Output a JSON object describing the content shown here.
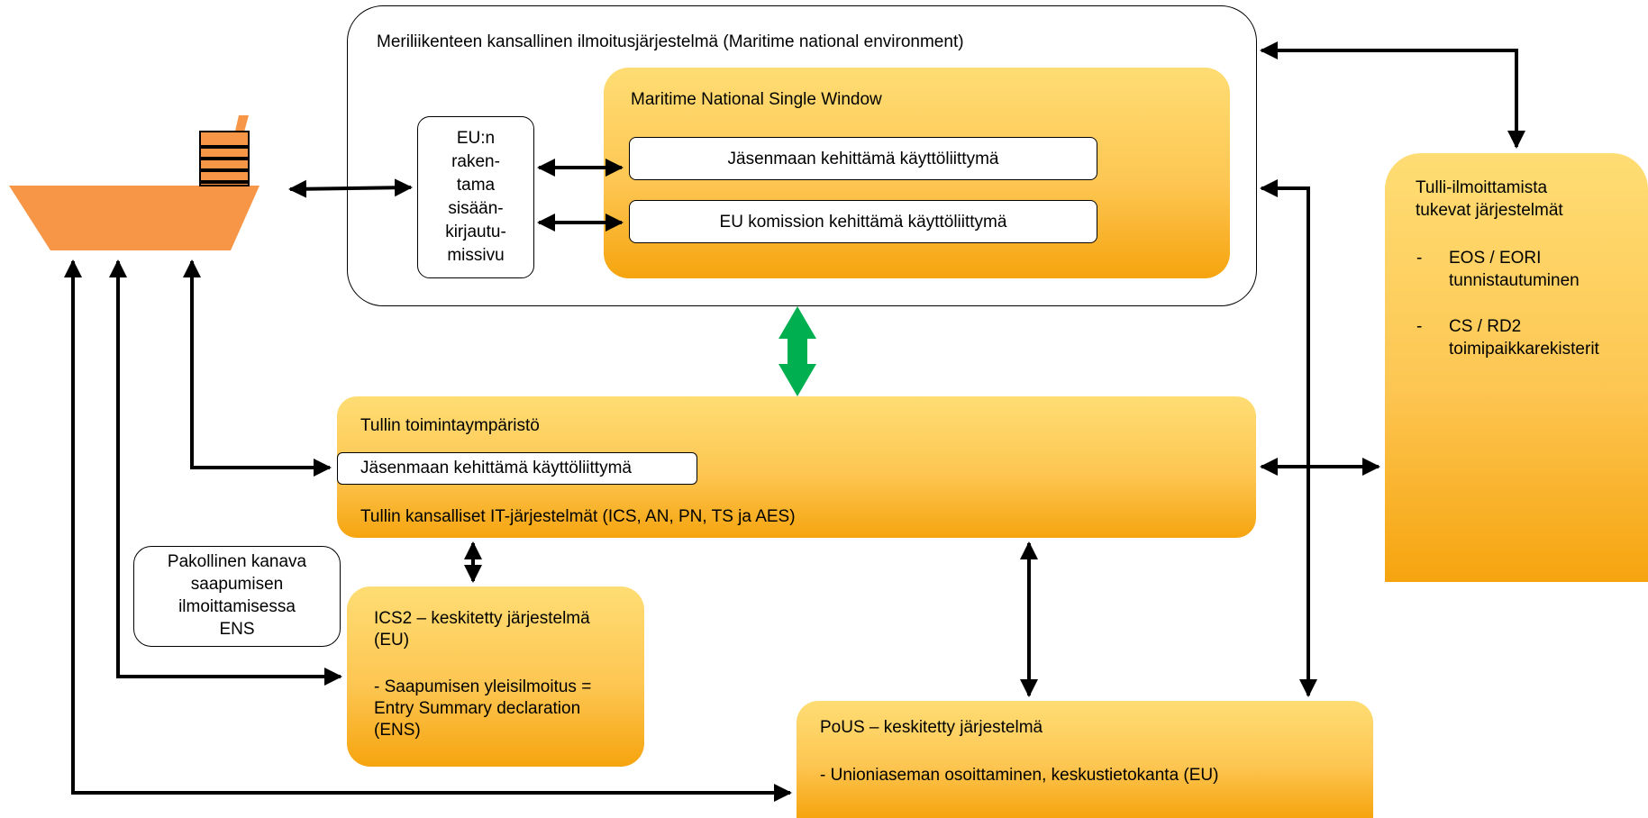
{
  "maritime_env": {
    "title": "Meriliikenteen kansallinen ilmoitusjärjestelmä (Maritime national environment)",
    "login_page": [
      "EU:n",
      "raken-",
      "tama",
      "sisään-",
      "kirjautu-",
      "missivu"
    ],
    "single_window": {
      "title": "Maritime National Single Window",
      "ui_member": "Jäsenmaan kehittämä  käyttöliittymä",
      "ui_commission": "EU komission kehittämä käyttöliittymä"
    }
  },
  "customs_env": {
    "title": "Tullin toimintaympäristö",
    "ui_member": "Jäsenmaan kehittämä  käyttöliittymä",
    "systems": "Tullin kansalliset IT-järjestelmät (ICS, AN, PN, TS ja AES)"
  },
  "support_systems": {
    "title": [
      "Tulli-ilmoittamista",
      "tukevat järjestelmät"
    ],
    "items": [
      {
        "dash": "-",
        "lines": [
          "EOS / EORI",
          "tunnistautuminen"
        ]
      },
      {
        "dash": "-",
        "lines": [
          "CS / RD2",
          "toimipaikkarekisterit"
        ]
      }
    ]
  },
  "mandatory_note": [
    "Pakollinen kanava",
    "saapumisen",
    "ilmoittamisessa",
    "ENS"
  ],
  "ics2": {
    "title": [
      "ICS2 – keskitetty järjestelmä",
      "(EU)"
    ],
    "detail": [
      "- Saapumisen yleisilmoitus =",
      "Entry Summary declaration",
      "(ENS)"
    ]
  },
  "pous": {
    "title": "PoUS – keskitetty järjestelmä",
    "detail": "- Unioniaseman osoittaminen, keskustietokanta (EU)"
  },
  "colors": {
    "orange_top": "#fedd74",
    "orange_bottom": "#f6a40e",
    "ship_hull": "#f79646",
    "sync_arrow": "#00b050"
  },
  "icons": [
    "ship-icon",
    "double-arrow",
    "green-sync-arrow"
  ]
}
